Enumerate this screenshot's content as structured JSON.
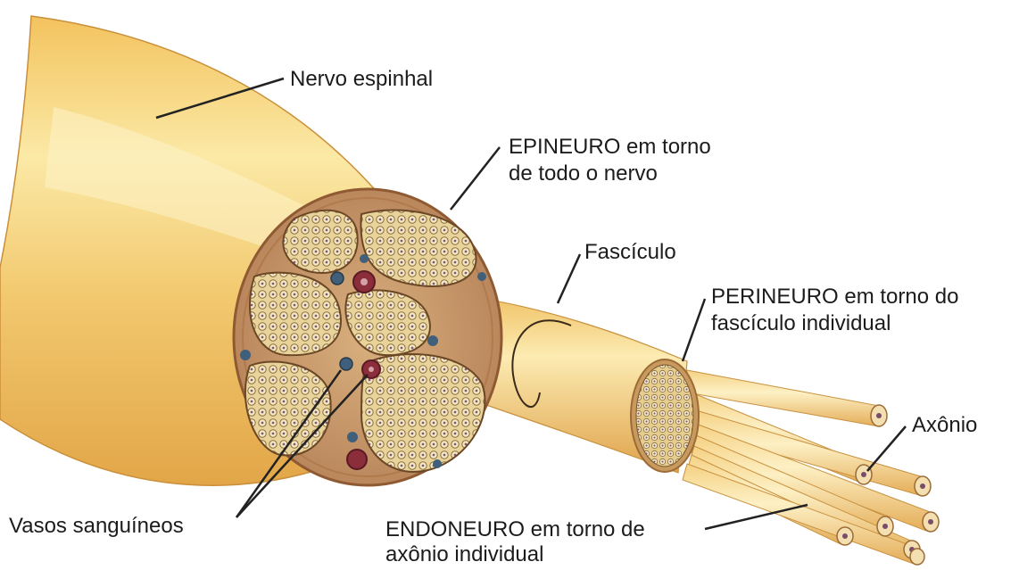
{
  "labels": {
    "nervo_espinhal": "Nervo espinhal",
    "epineuro": [
      "EPINEURO em torno",
      "de todo o nervo"
    ],
    "fasciculo": "Fascículo",
    "perineuro": [
      "PERINEURO em torno do",
      "fascículo individual"
    ],
    "axonio": "Axônio",
    "vasos": "Vasos sanguíneos",
    "endoneuro": [
      "ENDONEURO em torno de",
      "axônio individual"
    ]
  },
  "colors": {
    "nerve_body": "#f2c66a",
    "nerve_highlight": "#fbeab0",
    "section_fill": "#c9956a",
    "fascicle_fill": "#e3c98a",
    "blood_vessel": "#8b2d3a",
    "vein": "#3f5f7a",
    "leader_line": "#222222"
  }
}
